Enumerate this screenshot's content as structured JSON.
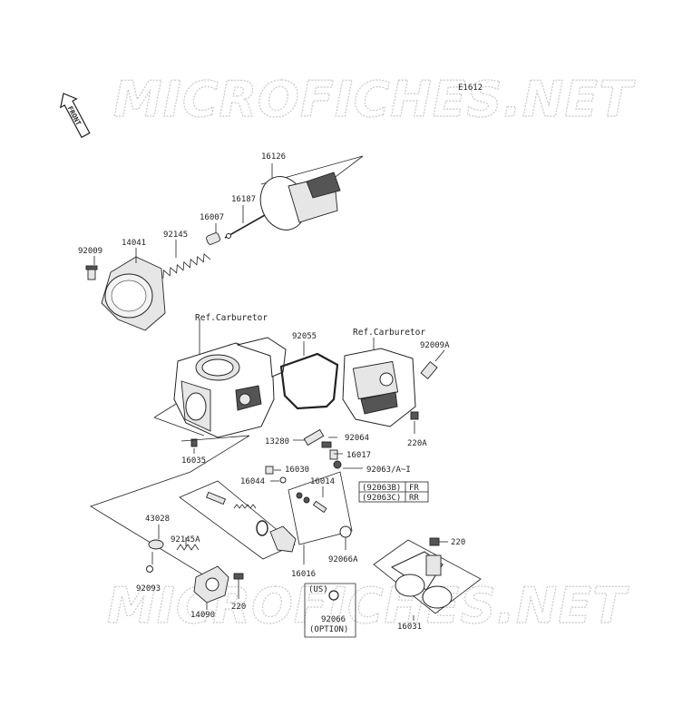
{
  "diagram_code": "E1612",
  "watermark_text": "MICROFICHES.NET",
  "front_label": "FRONT",
  "ref_labels": [
    "Ref.Carburetor",
    "Ref.Carburetor"
  ],
  "parts": {
    "p16126": "16126",
    "p16187": "16187",
    "p16007": "16007",
    "p92145": "92145",
    "p14041": "14041",
    "p92009": "92009",
    "p92055": "92055",
    "p92009A": "92009A",
    "p13280": "13280",
    "p92064": "92064",
    "p220A": "220A",
    "p16017": "16017",
    "p16035": "16035",
    "p16030": "16030",
    "p92063": "92063/A~I",
    "p16044": "16044",
    "p16014": "16014",
    "p43028": "43028",
    "p92145A": "92145A",
    "p92066A": "92066A",
    "p220b": "220",
    "p92093": "92093",
    "p220c": "220",
    "p16016": "16016",
    "p14090": "14090",
    "p16031": "16031",
    "p92066": "92066"
  },
  "variant_table": [
    {
      "code": "(92063B)",
      "pos": "FR"
    },
    {
      "code": "(92063C)",
      "pos": "RR"
    }
  ],
  "option_box": {
    "region": "(US)",
    "note": "(OPTION)"
  }
}
